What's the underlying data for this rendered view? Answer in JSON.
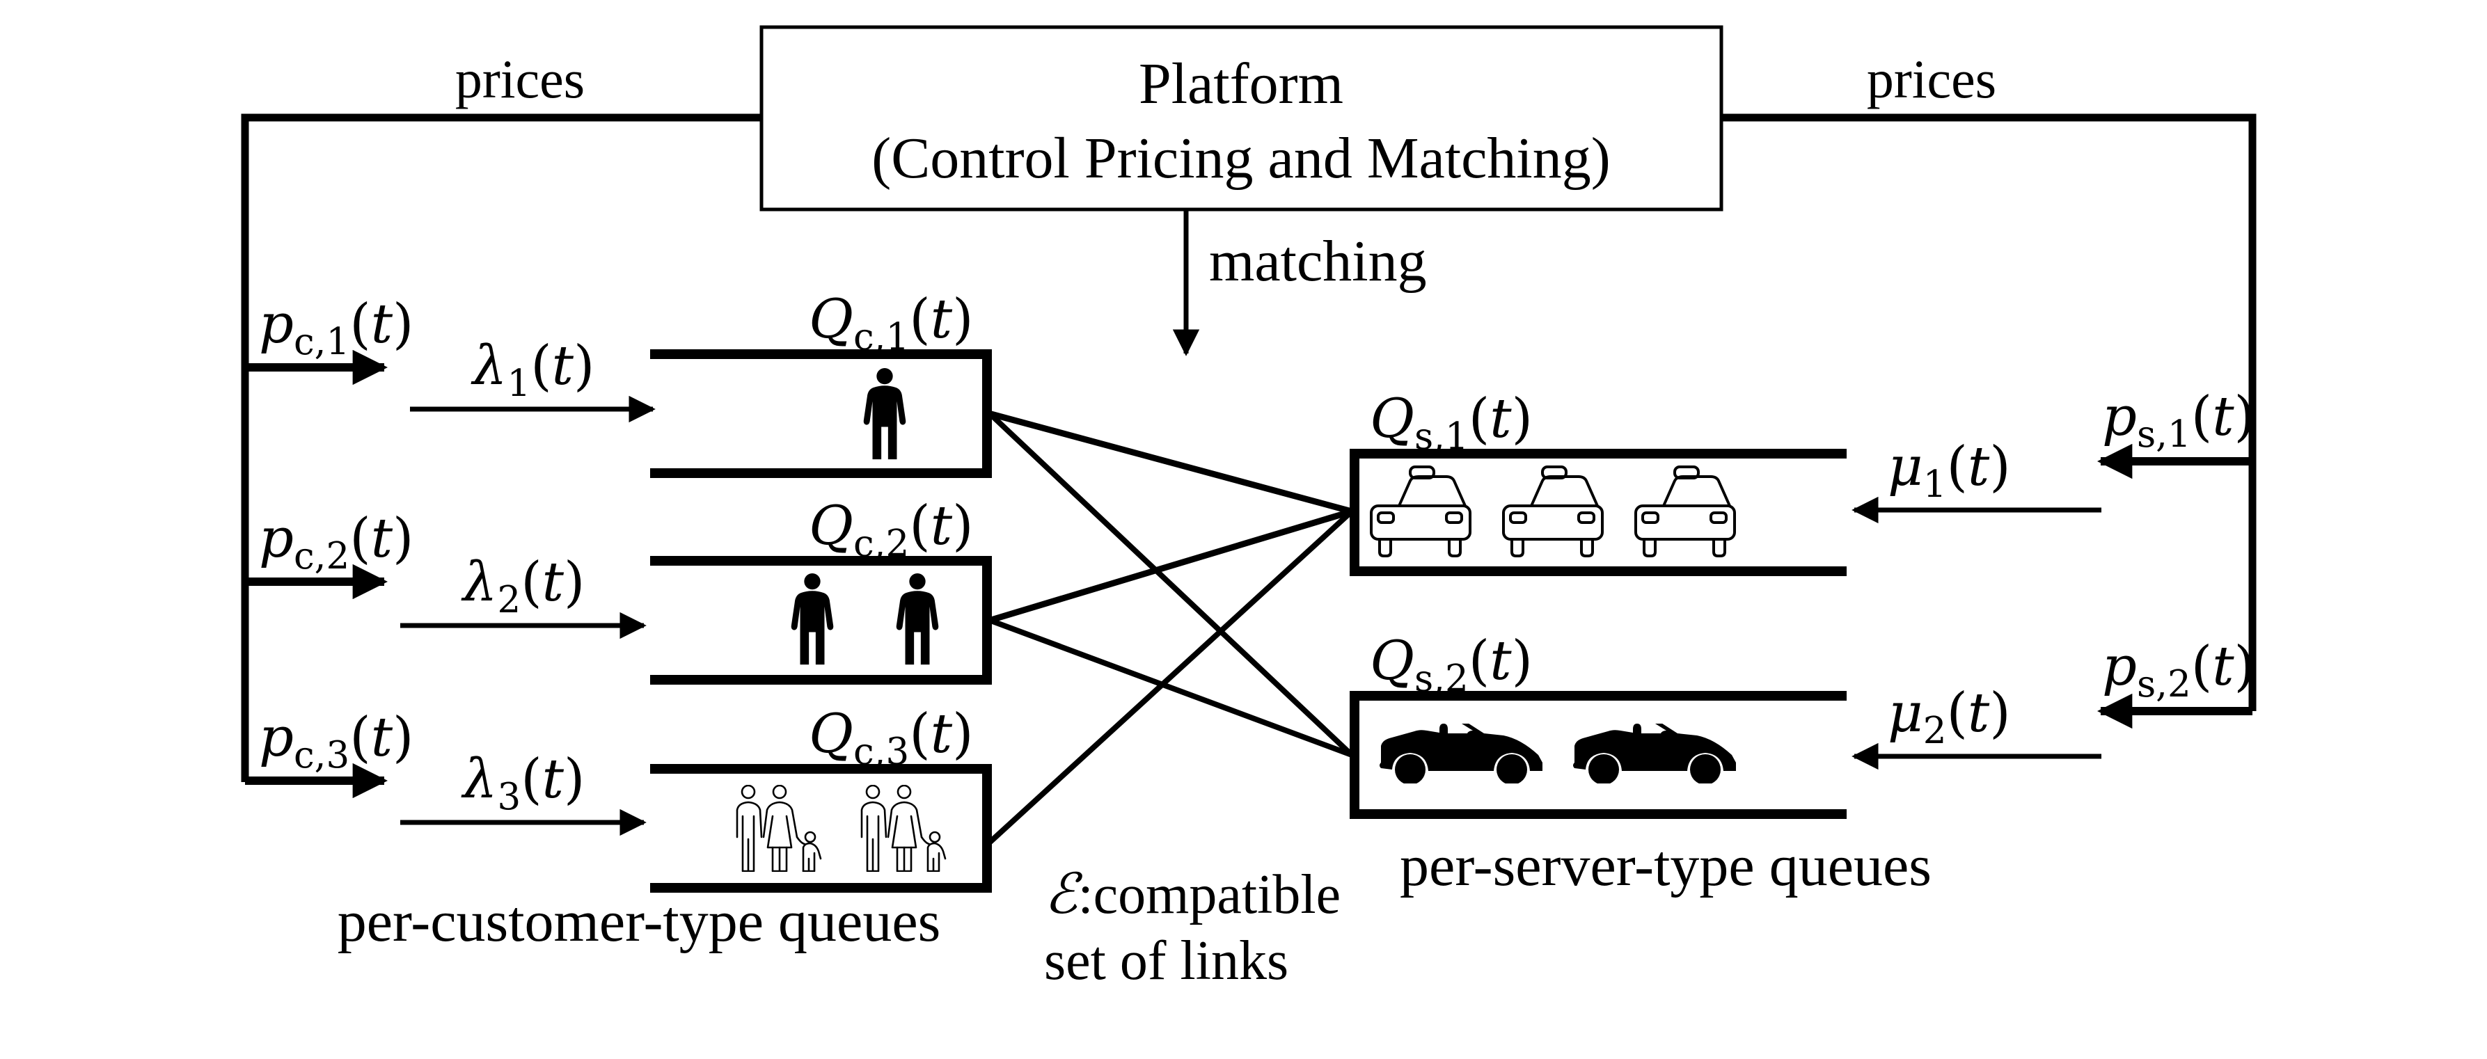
{
  "platform": {
    "title": "Platform",
    "subtitle": "(Control Pricing and Matching)"
  },
  "flows": {
    "prices_left": "prices",
    "prices_right": "prices",
    "matching": "matching"
  },
  "customer_queues": {
    "caption": "per-customer-type queues",
    "queues": [
      {
        "id": "c1",
        "queue_sym": "Q",
        "queue_sub": "c,1",
        "price_sym": "p",
        "price_sub": "c,1",
        "rate_sym": "λ",
        "rate_sub": "1",
        "arg": "t",
        "occupants": 1,
        "occupant_icon": "person-icon"
      },
      {
        "id": "c2",
        "queue_sym": "Q",
        "queue_sub": "c,2",
        "price_sym": "p",
        "price_sub": "c,2",
        "rate_sym": "λ",
        "rate_sub": "2",
        "arg": "t",
        "occupants": 2,
        "occupant_icon": "person-icon"
      },
      {
        "id": "c3",
        "queue_sym": "Q",
        "queue_sub": "c,3",
        "price_sym": "p",
        "price_sub": "c,3",
        "rate_sym": "λ",
        "rate_sub": "3",
        "arg": "t",
        "occupants": 2,
        "occupant_icon": "family-icon"
      }
    ]
  },
  "server_queues": {
    "caption": "per-server-type queues",
    "queues": [
      {
        "id": "s1",
        "queue_sym": "Q",
        "queue_sub": "s,1",
        "price_sym": "p",
        "price_sub": "s,1",
        "rate_sym": "μ",
        "rate_sub": "1",
        "arg": "t",
        "occupants": 3,
        "occupant_icon": "taxi-icon"
      },
      {
        "id": "s2",
        "queue_sym": "Q",
        "queue_sub": "s,2",
        "price_sym": "p",
        "price_sub": "s,2",
        "rate_sym": "μ",
        "rate_sub": "2",
        "arg": "t",
        "occupants": 2,
        "occupant_icon": "convertible-car-icon"
      }
    ]
  },
  "compatibility": {
    "symbol": "ℰ",
    "label_line1": ":compatible",
    "label_line2": "set of links",
    "links": [
      {
        "from": "c1",
        "to": "s1"
      },
      {
        "from": "c1",
        "to": "s2"
      },
      {
        "from": "c2",
        "to": "s1"
      },
      {
        "from": "c2",
        "to": "s2"
      },
      {
        "from": "c3",
        "to": "s1"
      }
    ]
  }
}
